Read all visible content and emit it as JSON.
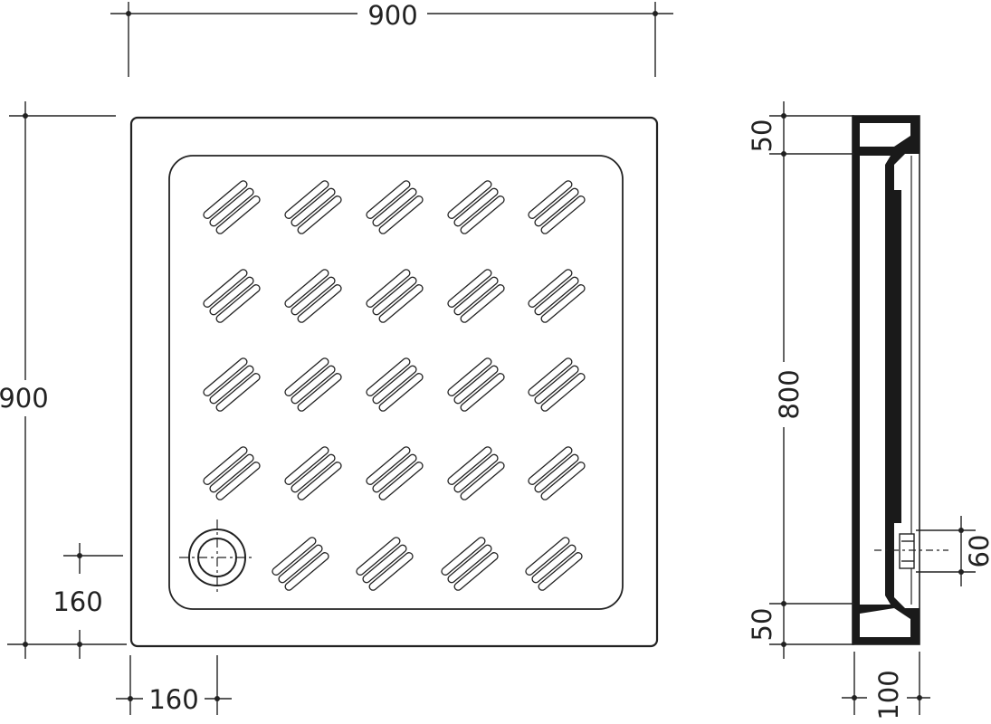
{
  "dimensions": {
    "top_width": "900",
    "left_height": "900",
    "drain_offset_y": "160",
    "drain_offset_x": "160",
    "section_top": "50",
    "section_inner": "800",
    "section_bottom": "50",
    "section_drain": "60",
    "section_depth": "100"
  },
  "texture": {
    "rows": 5,
    "cols": 5,
    "lines_per_group": 3
  },
  "colors": {
    "ink": "#222222",
    "section_fill": "#1a1a1a",
    "paper": "#ffffff"
  }
}
